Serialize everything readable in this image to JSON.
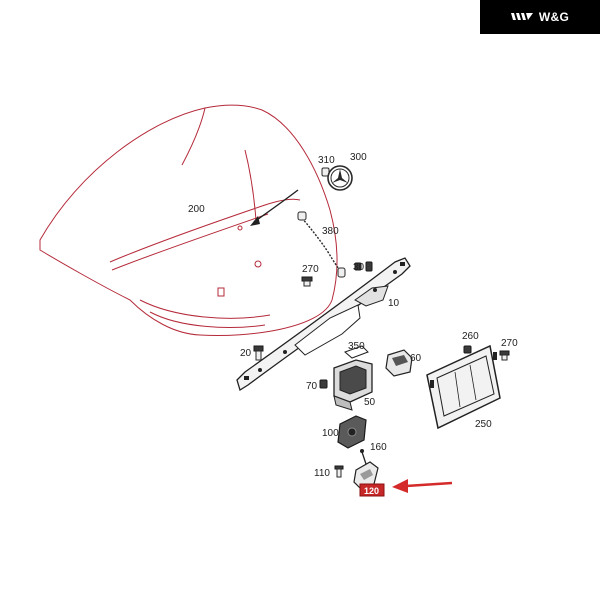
{
  "brand": {
    "logo_icon": "wg-logo-icon",
    "text": "W&G"
  },
  "colors": {
    "outline": "#b52a3a",
    "arrow": "#d42a2a",
    "highlight": "#c62828",
    "badge_bg": "#000000"
  },
  "parts": {
    "p310": "310",
    "p300": "300",
    "p200": "200",
    "p380": "380",
    "p270a": "270",
    "p30": "30",
    "p10": "10",
    "p350": "350",
    "p20": "20",
    "p60": "60",
    "p70": "70",
    "p50": "50",
    "p100": "100",
    "p160": "160",
    "p110": "110",
    "p260": "260",
    "p270b": "270",
    "p250": "250",
    "p120": "120"
  }
}
